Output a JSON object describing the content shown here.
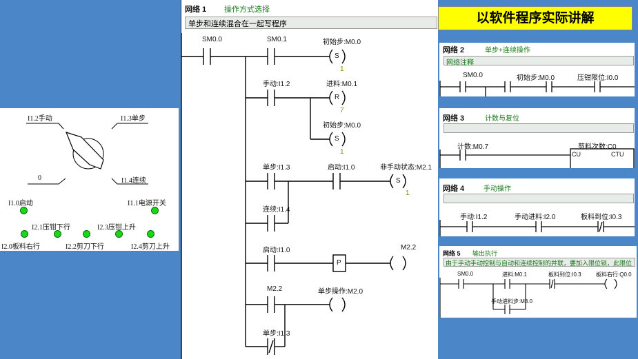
{
  "banner": "以软件程序实际讲解",
  "left_panel": {
    "selector_labels": {
      "manual": "I1.2手动",
      "single_step": "I1.3单步",
      "zero": "0",
      "continuous": "I1.4连续"
    },
    "lamps": [
      {
        "label": "I1.0启动"
      },
      {
        "label": "I1.1电源开关"
      },
      {
        "label": "I2.1压钳下行"
      },
      {
        "label": "I2.3压钳上升"
      },
      {
        "label": "I2.0板料右行"
      },
      {
        "label": "I2.2剪刀下行"
      },
      {
        "label": "I2.4剪刀上升"
      }
    ],
    "lamp_color": "#18d818"
  },
  "network1": {
    "title": "网络 1",
    "name": "操作方式选择",
    "comment": "单步和连续混合在一起写程序",
    "contacts": {
      "sm00": "SM0.0",
      "sm01": "SM0.1",
      "manual": "手动:I1.2",
      "single": "单步:I1.3",
      "continuous": "连续:I1.4",
      "start_a": "启动:I1.0",
      "start_b": "启动:I1.0",
      "m22": "M2.2",
      "single_nc": "单步:I1.3"
    },
    "coils": {
      "init_s": {
        "label": "初始步:M0.0",
        "op": "S",
        "n": "1"
      },
      "feed_r": {
        "label": "进料:M0.1",
        "op": "R",
        "n": "7"
      },
      "init_s2": {
        "label": "初始步:M0.0",
        "op": "S",
        "n": "1"
      },
      "nonmanual": {
        "label": "非手动状态:M2.1",
        "op": "S",
        "n": "1"
      },
      "m22": {
        "label": "M2.2"
      },
      "single_op": {
        "label": "单步操作:M2.0"
      }
    },
    "p_label": "P"
  },
  "network2": {
    "title": "网络 2",
    "name": "单步+连续操作",
    "comment": "网络注释",
    "labels": [
      "SM0.0",
      "初始步:M0.0",
      "压钳限位:I0.0"
    ]
  },
  "network3": {
    "title": "网络 3",
    "name": "计数与复位",
    "labels": [
      "计数:M0.7",
      "剪料次数:C0",
      "CU",
      "CTU"
    ]
  },
  "network4": {
    "title": "网络 4",
    "name": "手动操作",
    "labels": [
      "手动:I1.2",
      "手动进料:I2.0",
      "板料到位:I0.3"
    ]
  },
  "network5": {
    "title": "网络 5",
    "name": "输出执行",
    "comment": "由于手动手动控制与自动和连续控制的并联，要加入限位锁，此限位锁同",
    "labels": [
      "SM0.0",
      "进料:M0.1",
      "板料到位:I0.3",
      "板料右行:Q0.0",
      "手动进料步:M3.0"
    ]
  },
  "colors": {
    "background": "#4a86c8",
    "banner": "#ffff00",
    "net_name": "#1a7a1a",
    "counter": "#8a8a00"
  }
}
